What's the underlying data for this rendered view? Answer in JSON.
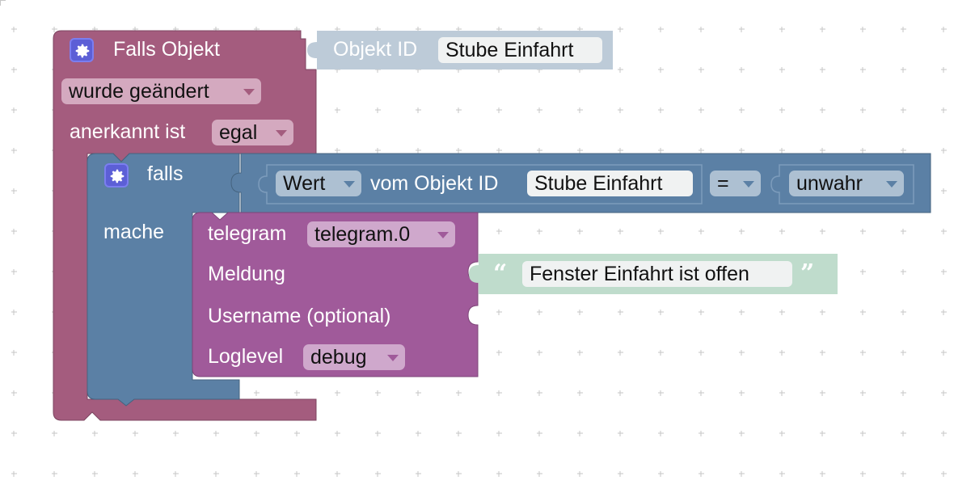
{
  "event_block": {
    "title": "Falls Objekt",
    "object_id_label": "Objekt ID",
    "object_id_value": "Stube Einfahrt",
    "change_mode": "wurde geändert",
    "ack_label": "anerkannt ist",
    "ack_value": "egal"
  },
  "if_block": {
    "if_label": "falls",
    "do_label": "mache",
    "condition": {
      "property": "Wert",
      "of_object_label": "vom Objekt ID",
      "object_id_value": "Stube Einfahrt",
      "operator": "=",
      "compare_value": "unwahr"
    }
  },
  "telegram_block": {
    "label": "telegram",
    "instance": "telegram.0",
    "message_label": "Meldung",
    "message_text": "Fenster Einfahrt ist offen",
    "username_label": "Username (optional)",
    "loglevel_label": "Loglevel",
    "loglevel_value": "debug"
  },
  "colors": {
    "event_block": "#a45c7e",
    "if_block": "#5b80a5",
    "condition_block": "#5b80a5",
    "telegram_block": "#a05a9a",
    "text_block": "#bfdccc",
    "object_id_block": "#bdcbd8",
    "workspace_dot": "#c6c6c6"
  },
  "icons": {
    "event_gear": "gear-icon",
    "if_gear": "gear-icon"
  }
}
